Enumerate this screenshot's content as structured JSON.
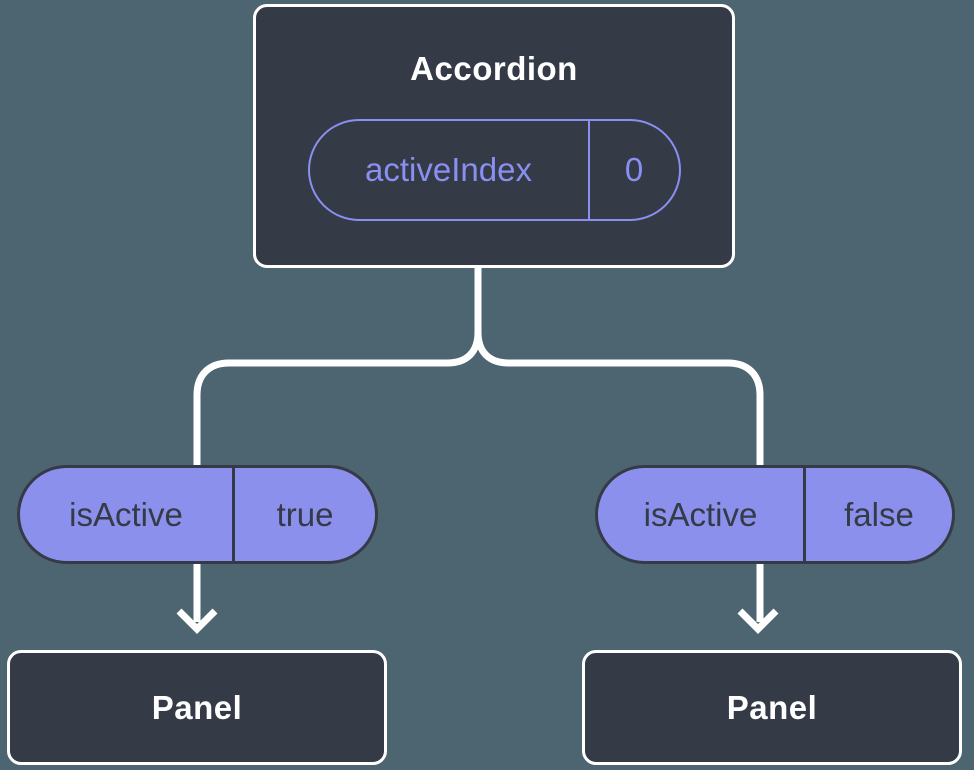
{
  "diagram": {
    "root": {
      "title": "Accordion",
      "prop": {
        "name": "activeIndex",
        "value": "0"
      }
    },
    "branches": [
      {
        "prop": {
          "name": "isActive",
          "value": "true"
        },
        "child": {
          "title": "Panel"
        }
      },
      {
        "prop": {
          "name": "isActive",
          "value": "false"
        },
        "child": {
          "title": "Panel"
        }
      }
    ],
    "colors": {
      "background": "#4d6570",
      "node_background": "#343a46",
      "node_border": "#ffffff",
      "pill_fill": "#8b90ec",
      "pill_outline": "#8a8ff2",
      "accent_text": "#8a8ff2",
      "dark_text": "#343a46",
      "connector": "#ffffff"
    }
  }
}
